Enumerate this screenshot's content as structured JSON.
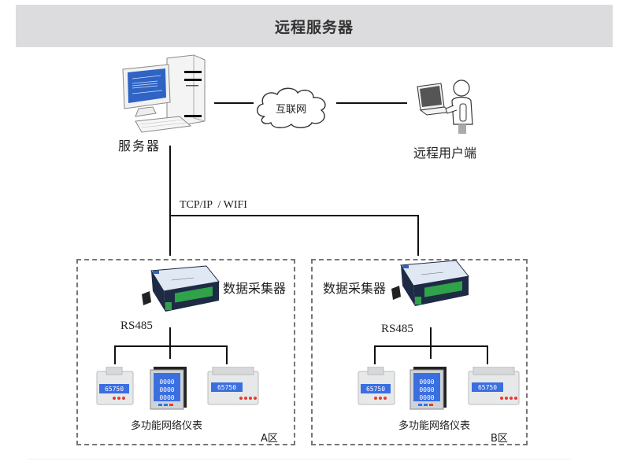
{
  "header": {
    "title": "远程服务器"
  },
  "nodes": {
    "server": {
      "label": "服务器",
      "icon": "desktop-computer-icon"
    },
    "internet": {
      "label": "互联网",
      "icon": "cloud-icon"
    },
    "remote_user": {
      "label": "远程用户端",
      "icon": "user-with-laptop-icon"
    }
  },
  "links": {
    "backbone": {
      "label": "TCP/IP  / WIFI"
    }
  },
  "zones": [
    {
      "zone_label": "A区",
      "collector_label": "数据采集器",
      "bus_label": "RS485",
      "meters_label": "多功能网络仪表",
      "meters": [
        {
          "type": "din-rail-meter",
          "display": "65750"
        },
        {
          "type": "panel-meter",
          "display": "0000"
        },
        {
          "type": "din-rail-meter-wide",
          "display": "65750"
        }
      ]
    },
    {
      "zone_label": "B区",
      "collector_label": "数据采集器",
      "bus_label": "RS485",
      "meters_label": "多功能网络仪表",
      "meters": [
        {
          "type": "din-rail-meter",
          "display": "65750"
        },
        {
          "type": "panel-meter",
          "display": "0000"
        },
        {
          "type": "din-rail-meter-wide",
          "display": "65750"
        }
      ]
    }
  ],
  "colors": {
    "header_bg": "#dcdcde",
    "screen_blue": "#2f63c4",
    "lcd_blue": "#3b6fe0",
    "terminal_green": "#2fa24a",
    "zone_border": "#777777"
  }
}
